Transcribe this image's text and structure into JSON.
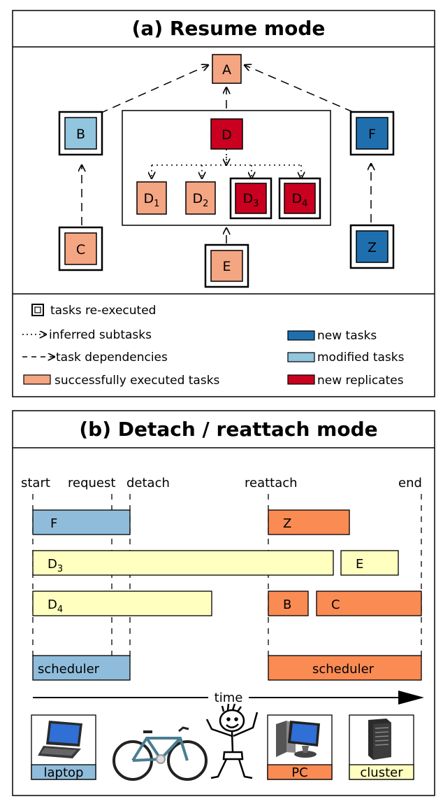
{
  "panel_a": {
    "title": "(a) Resume mode",
    "nodes": {
      "A": "A",
      "B": "B",
      "C": "C",
      "D": "D",
      "D1": "D",
      "D1_sub": "1",
      "D2": "D",
      "D2_sub": "2",
      "D3": "D",
      "D3_sub": "3",
      "D4": "D",
      "D4_sub": "4",
      "E": "E",
      "F": "F",
      "Z": "Z"
    },
    "legend": {
      "reexecuted": "tasks re-executed",
      "inferred": "inferred subtasks",
      "dependencies": "task dependencies",
      "success": "successfully executed  tasks",
      "new_tasks": "new tasks",
      "modified": "modified tasks",
      "replicates": "new replicates"
    },
    "colors": {
      "success": "#f4a582",
      "new_task": "#1f6fae",
      "modified": "#92c5de",
      "replicate": "#ca0020"
    }
  },
  "panel_b": {
    "title": "(b) Detach / reattach mode",
    "markers": {
      "start": "start",
      "request": "request",
      "detach": "detach",
      "reattach": "reattach",
      "end": "end"
    },
    "bars": {
      "F": "F",
      "D3": "D",
      "D3_sub": "3",
      "D4": "D",
      "D4_sub": "4",
      "Z": "Z",
      "E": "E",
      "B": "B",
      "C": "C",
      "sched1": "scheduler",
      "sched2": "scheduler"
    },
    "time_label": "time",
    "devices": {
      "laptop": "laptop",
      "pc": "PC",
      "cluster": "cluster"
    },
    "colors": {
      "laptop": "#8fbcdb",
      "pc": "#f98b53",
      "cluster": "#ffffbf"
    }
  }
}
